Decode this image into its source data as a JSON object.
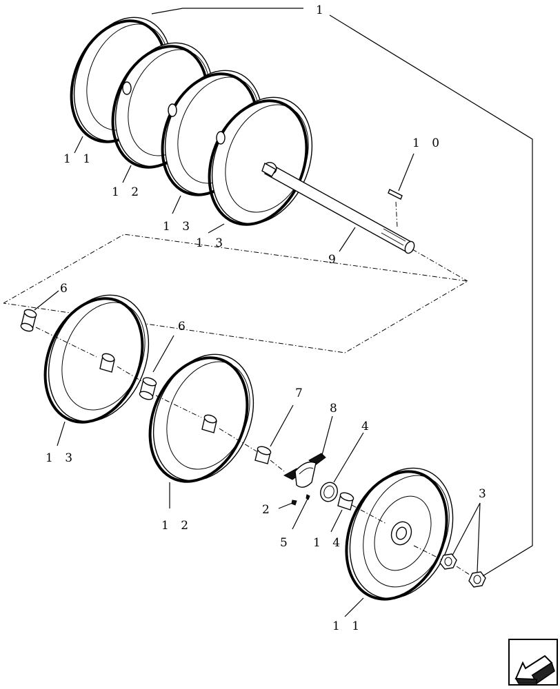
{
  "diagram": {
    "callouts": {
      "c1": "1",
      "c2": "2",
      "c3": "3",
      "c4": "4",
      "c5": "5",
      "c6a": "6",
      "c6b": "6",
      "c7": "7",
      "c8": "8",
      "c9": "9",
      "c10": "1 0",
      "c11a": "1 1",
      "c11b": "1 1",
      "c12a": "1 2",
      "c12b": "1 2",
      "c13a": "1 3",
      "c13b": "1 3",
      "c13c": "1 3",
      "c14": "1 4"
    },
    "nav_icon": "arrow-back-icon"
  }
}
